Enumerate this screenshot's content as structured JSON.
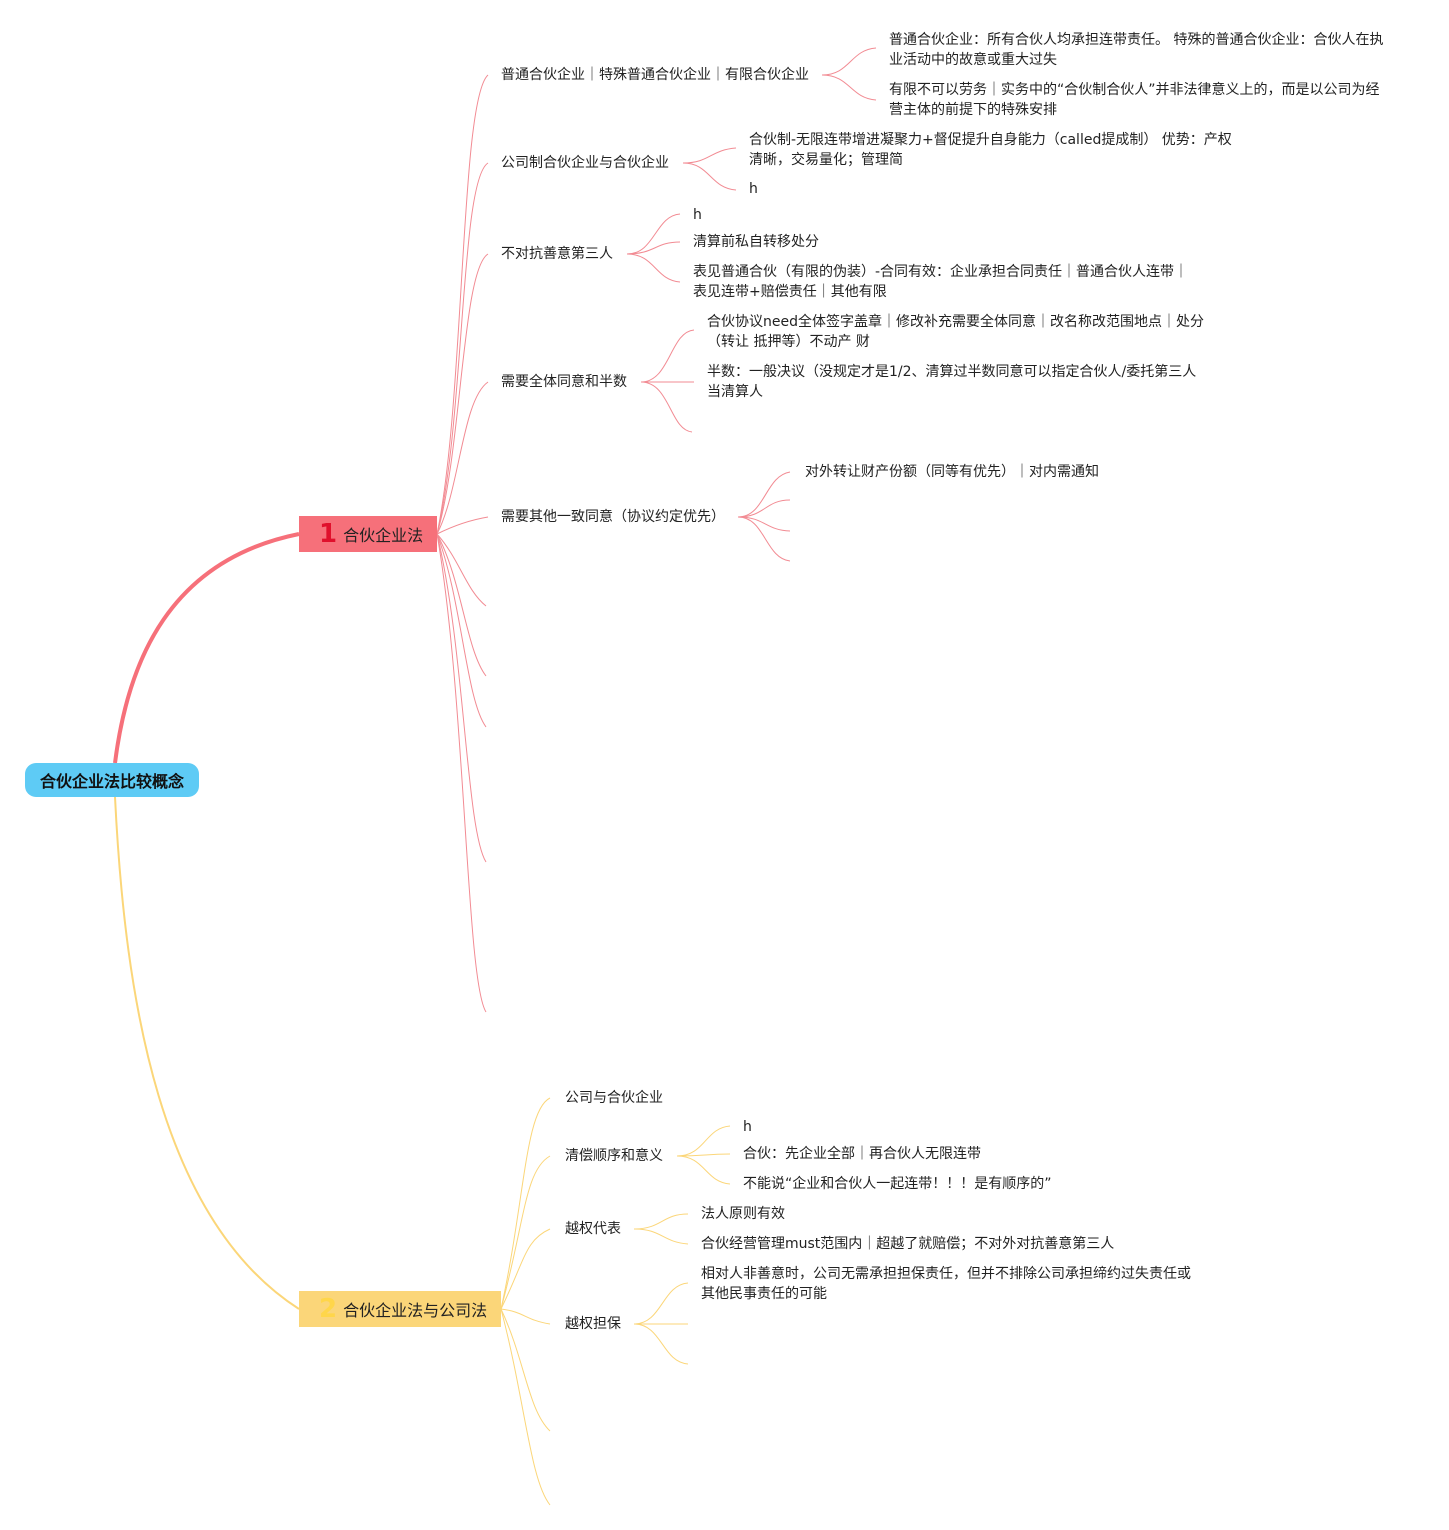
{
  "root": {
    "label": "合伙企业法比较概念"
  },
  "colors": {
    "root": "#5ecbf5",
    "branch1": "#f6707a",
    "branch2": "#fbd679",
    "branch1_number": "#e0102c",
    "branch2_number": "#ffd64a"
  },
  "branch1": {
    "number": "1",
    "label": "合伙企业法",
    "children": [
      {
        "label": "普通合伙企业｜特殊普通合伙企业｜有限合伙企业",
        "children": [
          "普通合伙企业：所有合伙人均承担连带责任。 特殊的普通合伙企业：合伙人在执业活动中的故意或重大过失",
          "有限不可以劳务｜实务中的“合伙制合伙人”并非法律意义上的，而是以公司为经营主体的前提下的特殊安排"
        ]
      },
      {
        "label": "公司制合伙企业与合伙企业",
        "children": [
          "合伙制-无限连带增进凝聚力+督促提升自身能力（called提成制） 优势：产权清晰，交易量化；管理简",
          "h"
        ]
      },
      {
        "label": "不对抗善意第三人",
        "children": [
          "h",
          "清算前私自转移处分",
          "表见普通合伙（有限的伪装）-合同有效：企业承担合同责任｜普通合伙人连带｜表见连带+赔偿责任｜其他有限"
        ]
      },
      {
        "label": "需要全体同意和半数",
        "children": [
          "合伙协议need全体签字盖章｜修改补充需要全体同意｜改名称改范围地点｜处分（转让 抵押等）不动产 财",
          "半数：一般决议（没规定才是1/2、清算过半数同意可以指定合伙人/委托第三人当清算人"
        ]
      },
      {
        "label": "需要其他一致同意（协议约定优先）",
        "children": [
          "对外转让财产份额（同等有优先）｜对内需通知"
        ]
      }
    ]
  },
  "branch2": {
    "number": "2",
    "label": "合伙企业法与公司法",
    "children": [
      {
        "label": "公司与合伙企业",
        "children": []
      },
      {
        "label": "清偿顺序和意义",
        "children": [
          "h",
          "合伙：先企业全部｜再合伙人无限连带",
          "不能说“企业和合伙人一起连带！！！是有顺序的”"
        ]
      },
      {
        "label": "越权代表",
        "children": [
          "法人原则有效",
          "合伙经营管理must范围内｜超越了就赔偿；不对外对抗善意第三人"
        ]
      },
      {
        "label": "越权担保",
        "children": [
          "相对人非善意时，公司无需承担担保责任，但并不排除公司承担缔约过失责任或其他民事责任的可能"
        ]
      }
    ]
  }
}
